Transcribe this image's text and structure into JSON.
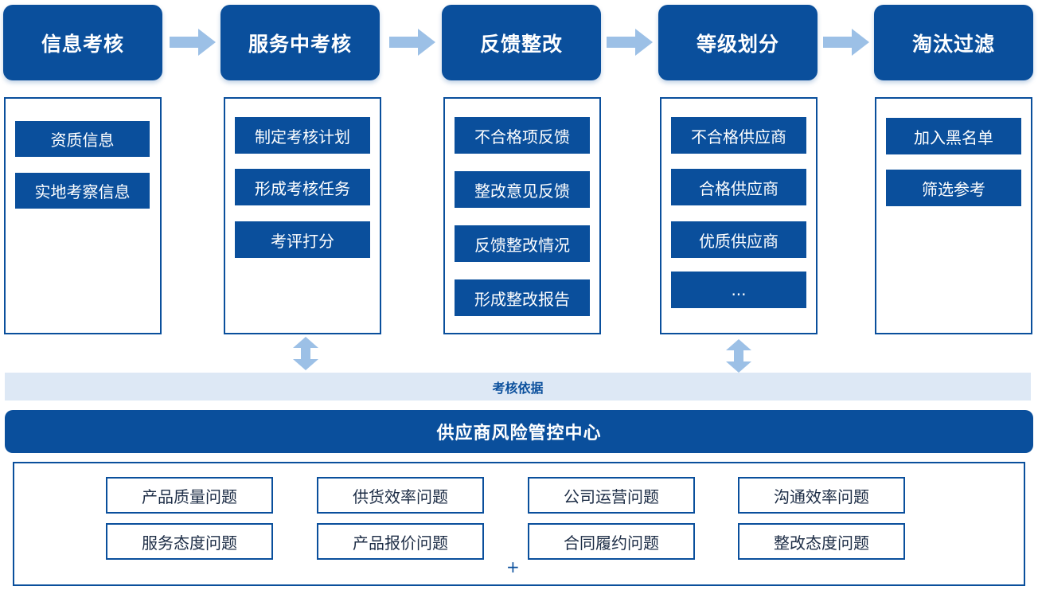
{
  "stages": [
    {
      "title": "信息考核",
      "items": [
        "资质信息",
        "实地考察信息"
      ]
    },
    {
      "title": "服务中考核",
      "items": [
        "制定考核计划",
        "形成考核任务",
        "考评打分"
      ]
    },
    {
      "title": "反馈整改",
      "items": [
        "不合格项反馈",
        "整改意见反馈",
        "反馈整改情况",
        "形成整改报告"
      ]
    },
    {
      "title": "等级划分",
      "items": [
        "不合格供应商",
        "合格供应商",
        "优质供应商",
        "..."
      ]
    },
    {
      "title": "淘汰过滤",
      "items": [
        "加入黑名单",
        "筛选参考"
      ]
    }
  ],
  "basis_label": "考核依据",
  "center_title": "供应商风险管控中心",
  "issues": [
    "产品质量问题",
    "供货效率问题",
    "公司运营问题",
    "沟通效率问题",
    "服务态度问题",
    "产品报价问题",
    "合同履约问题",
    "整改态度问题"
  ],
  "plus_symbol": "+",
  "colors": {
    "primary": "#0a4f9c",
    "arrow": "#9cc0e6",
    "band": "#dde8f5"
  }
}
